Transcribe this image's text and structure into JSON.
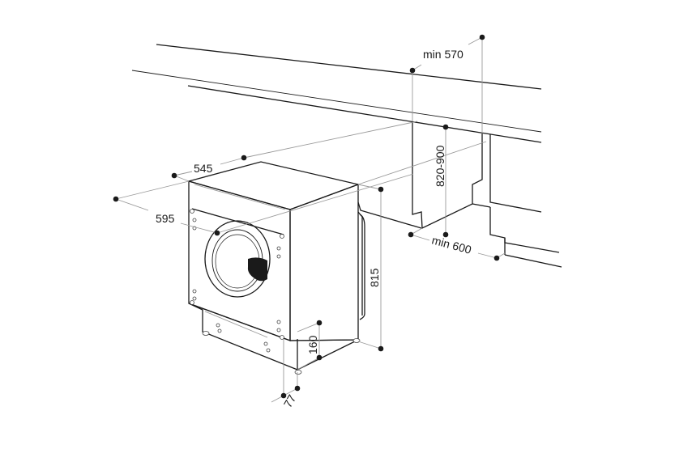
{
  "dimensions": {
    "width": "545",
    "depth": "595",
    "height": "815",
    "plinth_height": "160",
    "plinth_setback": "77",
    "niche_width": "min 570",
    "worktop_height": "820-900",
    "niche_depth": "min 600"
  },
  "colors": {
    "line": "#1a1a1a",
    "dimension_line": "#9a9a9a"
  }
}
